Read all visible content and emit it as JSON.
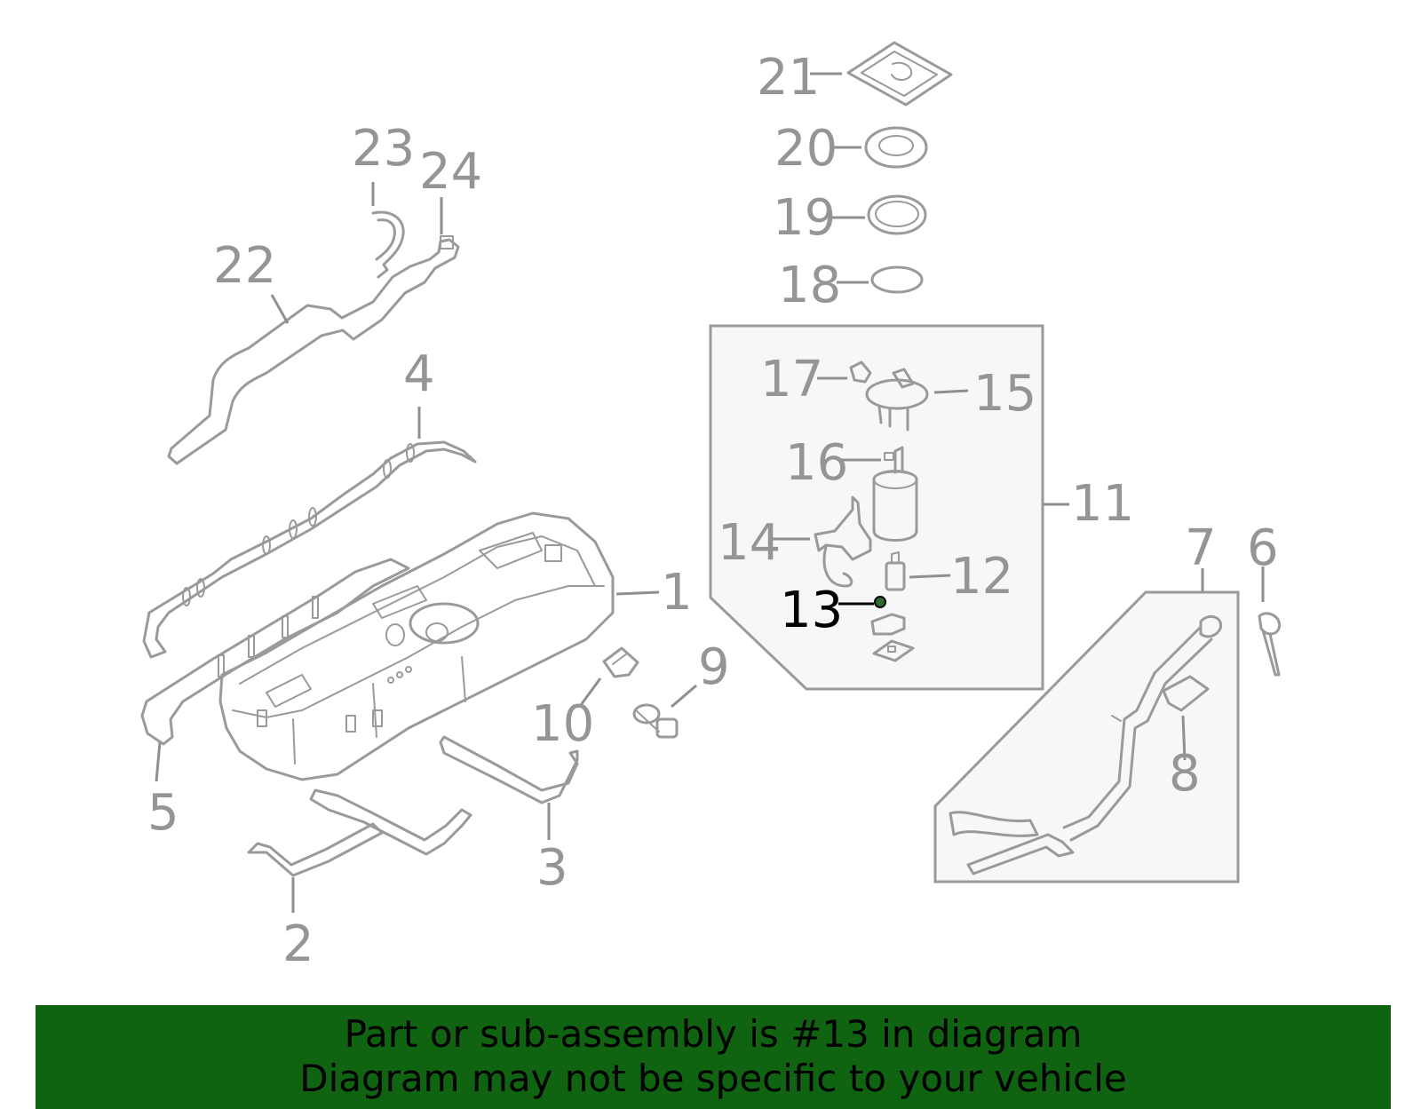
{
  "colors": {
    "line_art": "#9a9a9a",
    "highlight": "#000000",
    "banner_background": "#106310",
    "inset_box_fill": "#f7f7f7"
  },
  "highlighted_part": "13",
  "callouts": {
    "c1": "1",
    "c2": "2",
    "c3": "3",
    "c4": "4",
    "c5": "5",
    "c6": "6",
    "c7": "7",
    "c8": "8",
    "c9": "9",
    "c10": "10",
    "c11": "11",
    "c12": "12",
    "c13": "13",
    "c14": "14",
    "c15": "15",
    "c16": "16",
    "c17": "17",
    "c18": "18",
    "c19": "19",
    "c20": "20",
    "c21": "21",
    "c22": "22",
    "c23": "23",
    "c24": "24"
  },
  "banner": {
    "line1": "Part or sub-assembly is #13 in diagram",
    "line2": "Diagram may not be specific to your vehicle"
  }
}
